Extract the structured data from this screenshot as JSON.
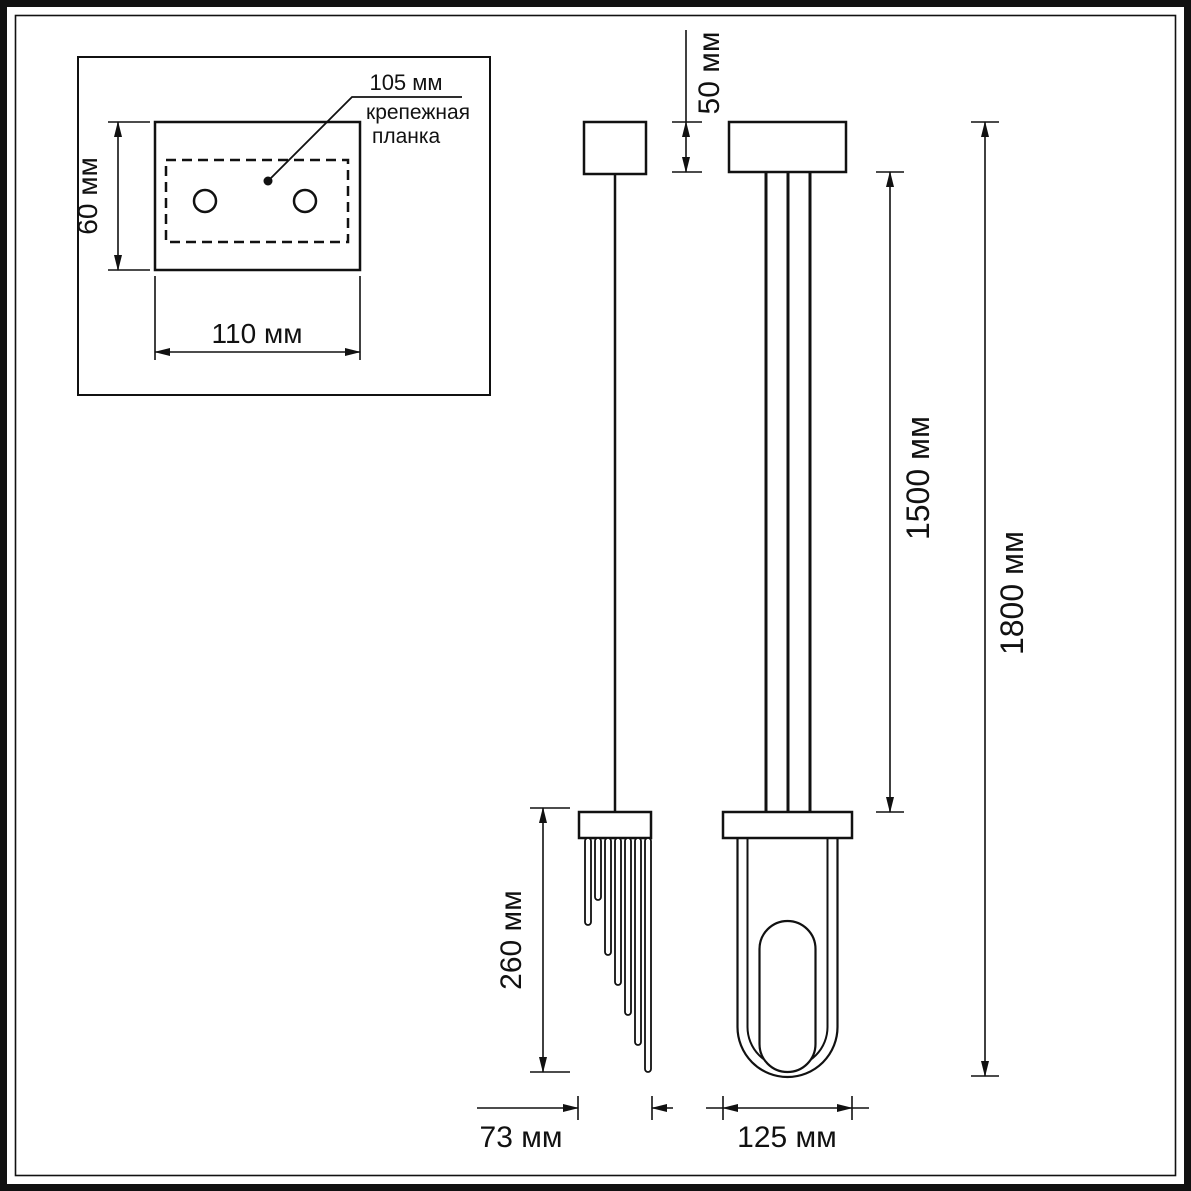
{
  "colors": {
    "ink": "#111111",
    "background": "#ffffff"
  },
  "detail_view": {
    "hole_spacing_label": "105 мм",
    "bracket_label_line1": "крепежная",
    "bracket_label_line2": "планка",
    "plate_height_label": "60 мм",
    "plate_width_label": "110 мм"
  },
  "side_view": {
    "decor_length_label": "260 мм",
    "fixture_width_label": "73 мм"
  },
  "front_view": {
    "canopy_height_label": "50 мм",
    "suspension_length_label": "1500 мм",
    "overall_height_label": "1800 мм",
    "fixture_width_label": "125 мм"
  }
}
